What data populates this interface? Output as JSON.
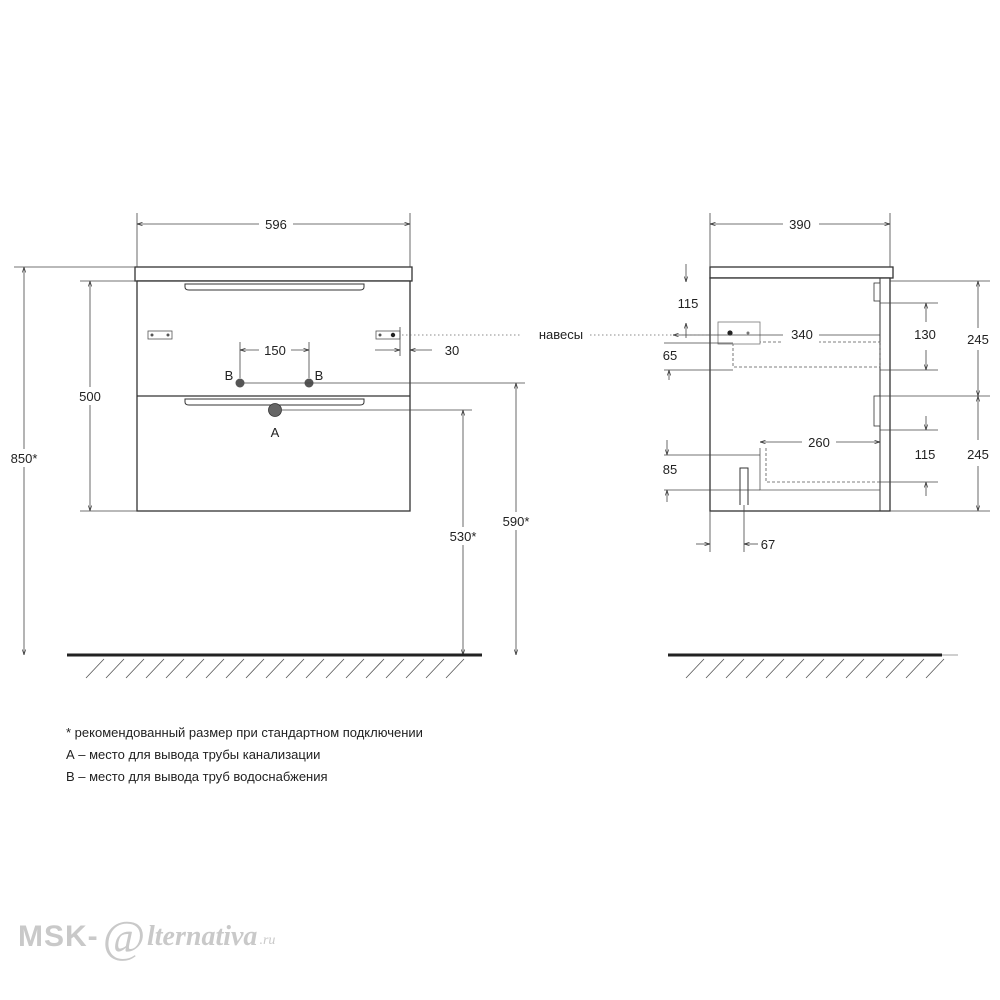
{
  "front_view": {
    "width": "596",
    "drawer_height": "500",
    "total_height": "850*",
    "pipe_spacing": "150",
    "hinge_offset": "30",
    "drain_height": "530*",
    "water_height": "590*",
    "label_b_left": "B",
    "label_b_right": "B",
    "label_a": "A"
  },
  "side_view": {
    "depth": "390",
    "top_offset": "115",
    "hinge_depth": "340",
    "gap_top": "65",
    "drawer_upper": "130",
    "drawer_upper_total": "245",
    "inner_depth": "260",
    "gap_bottom": "85",
    "drawer_lower": "115",
    "drawer_lower_total": "245",
    "bottom_offset": "67",
    "hinge_label": "навесы"
  },
  "notes": {
    "recommended": "* рекомендованный размер при стандартном подключении",
    "label_a": "А – место для вывода трубы канализации",
    "label_b": "В – место для вывода труб водоснабжения"
  },
  "watermark": {
    "prefix": "MSK-",
    "at": "@",
    "word": "lternativa",
    "tld": ".ru"
  }
}
